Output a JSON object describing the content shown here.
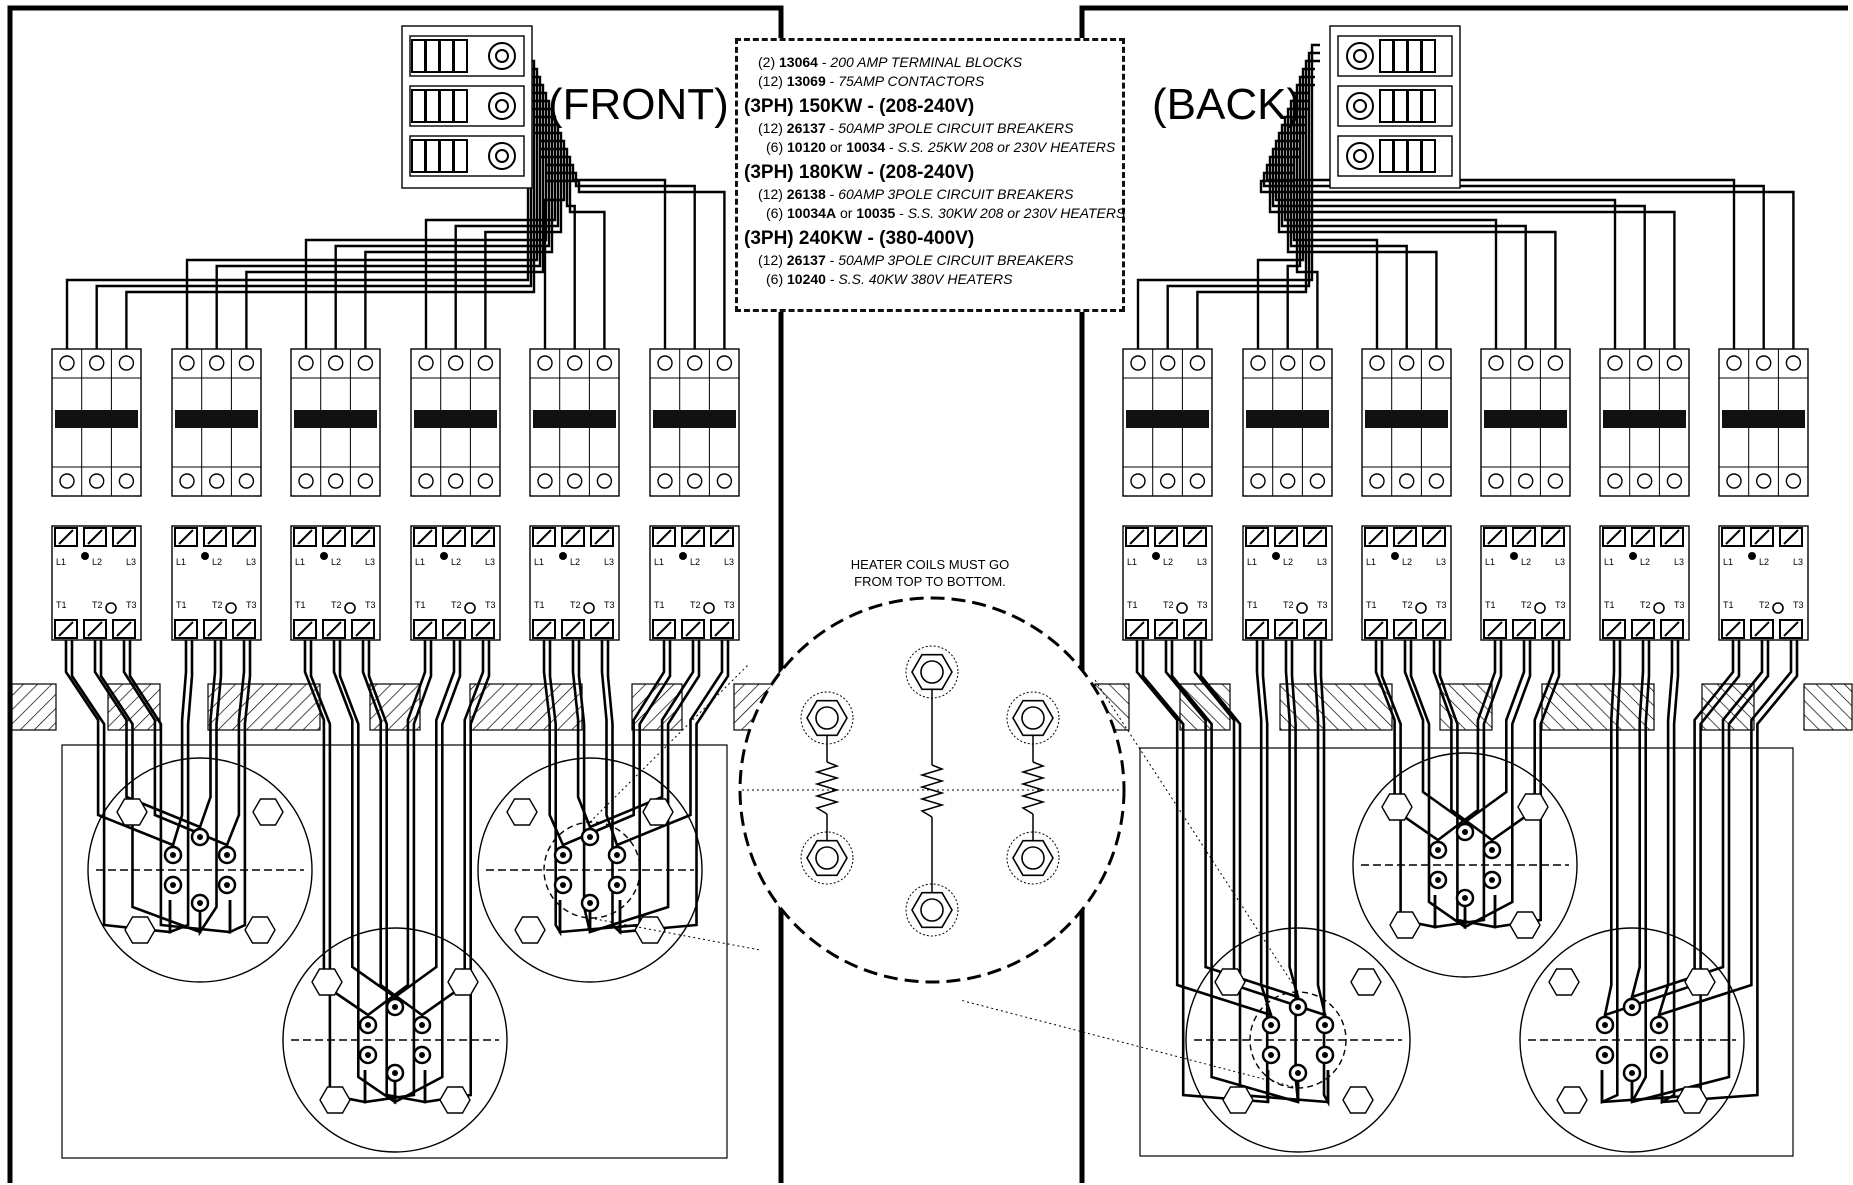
{
  "panels": {
    "front_title": "(FRONT)",
    "back_title": "(BACK)"
  },
  "legend": {
    "parts": [
      {
        "qty": "(2)",
        "part": "13064",
        "desc": "200 AMP TERMINAL BLOCKS"
      },
      {
        "qty": "(12)",
        "part": "13069",
        "desc": "75AMP CONTACTORS"
      }
    ],
    "configs": [
      {
        "title": "(3PH) 150KW - (208-240V)",
        "breaker": {
          "qty": "(12)",
          "part": "26137",
          "desc": "50AMP 3POLE CIRCUIT BREAKERS"
        },
        "heater": {
          "qty": "(6)",
          "part_a": "10120",
          "or": "or",
          "part_b": "10034",
          "desc": "S.S. 25KW 208 or 230V HEATERS"
        }
      },
      {
        "title": "(3PH) 180KW - (208-240V)",
        "breaker": {
          "qty": "(12)",
          "part": "26138",
          "desc": "60AMP 3POLE CIRCUIT BREAKERS"
        },
        "heater": {
          "qty": "(6)",
          "part_a": "10034A",
          "or": "or",
          "part_b": "10035",
          "desc": "S.S. 30KW 208 or 230V HEATERS"
        }
      },
      {
        "title": "(3PH) 240KW - (380-400V)",
        "breaker": {
          "qty": "(12)",
          "part": "26137",
          "desc": "50AMP 3POLE CIRCUIT BREAKERS"
        },
        "heater": {
          "qty": "(6)",
          "part_a": "10240",
          "or": "",
          "part_b": "",
          "desc": "S.S. 40KW 380V HEATERS"
        }
      }
    ]
  },
  "contactor_labels": {
    "l1": "L1",
    "l2": "L2",
    "l3": "L3",
    "t1": "T1",
    "t2": "T2",
    "t3": "T3"
  },
  "note": {
    "line1": "HEATER COILS MUST GO",
    "line2": "FROM TOP TO BOTTOM."
  },
  "colors": {
    "line": "#000000",
    "background": "#ffffff"
  }
}
